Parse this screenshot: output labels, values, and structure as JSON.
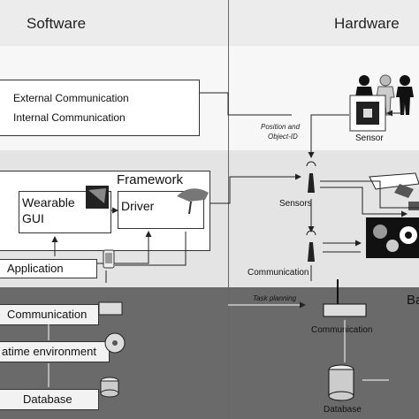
{
  "headers": {
    "software": "Software",
    "hardware": "Hardware"
  },
  "communication_panel": {
    "external": "External Communication",
    "internal": "Internal Communication"
  },
  "sensor_panel": {
    "sensor_label": "Sensor",
    "position_label": "Position and",
    "position_label_2": "Object-ID"
  },
  "framework_panel": {
    "title": "Framework",
    "wearable": "Wearable",
    "gui": "GUI",
    "driver": "Driver",
    "application": "Application"
  },
  "hardware_mid": {
    "sensors": "Sensors",
    "communication": "Communication"
  },
  "base_panel": {
    "communication": "Communication",
    "runtime": "atime environment",
    "database": "Database",
    "task_planning": "Task planning",
    "hw_communication": "Communication",
    "hw_database": "Database",
    "corner_label": "Ba"
  }
}
